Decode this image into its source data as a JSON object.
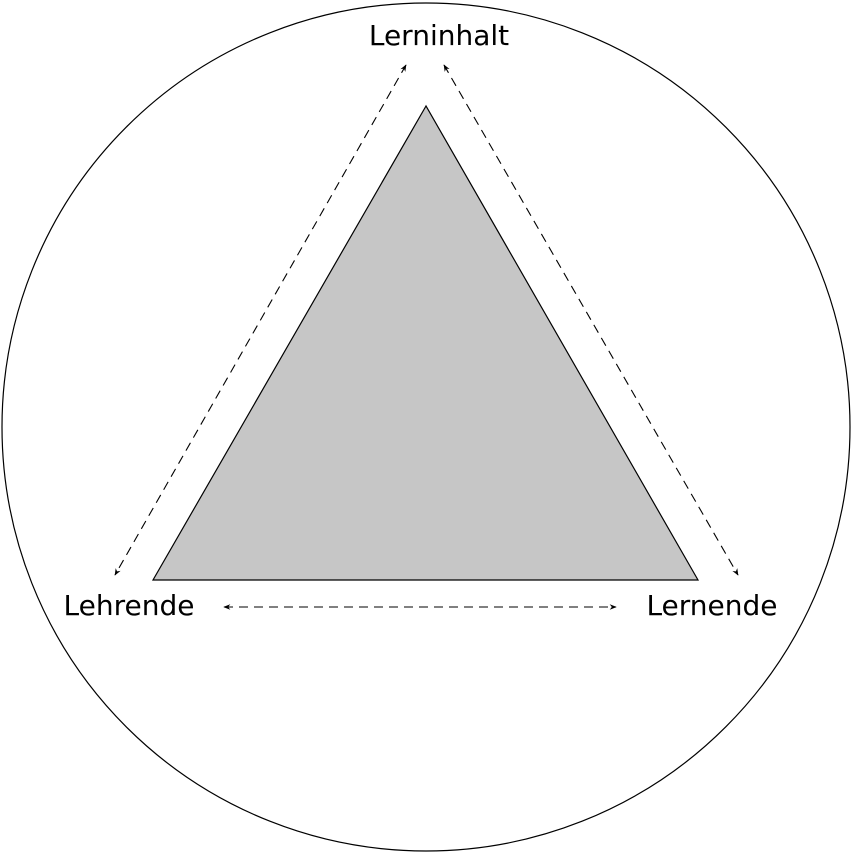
{
  "diagram": {
    "labels": {
      "top": "Lerninhalt",
      "left": "Lehrende",
      "right": "Lernende"
    },
    "colors": {
      "triangle_fill": "#c6c6c6",
      "stroke": "#000000",
      "background": "#ffffff"
    }
  }
}
